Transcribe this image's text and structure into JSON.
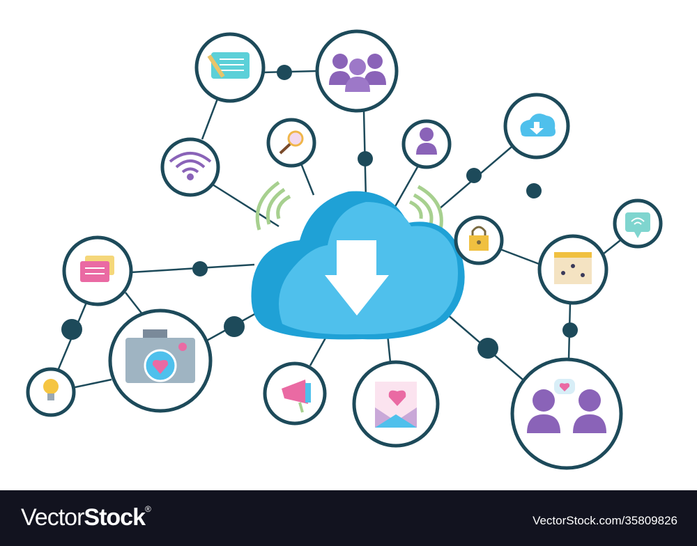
{
  "illustration": {
    "colors": {
      "ring": "#1d4a5a",
      "cloud": "#4fc0ec",
      "cloud_dark": "#1fa1d6",
      "signal": "#a7d08f",
      "purple": "#8a63b8",
      "pink": "#ea6aa3",
      "background": "#ffffff"
    },
    "central_icon": "cloud-download-icon",
    "nodes": [
      "notes-icon",
      "group-icon",
      "wifi-icon",
      "search-icon",
      "user-icon",
      "cloud-download-icon",
      "lock-icon",
      "wifi-bubble-icon",
      "browser-icon",
      "chat-icon",
      "camera-icon",
      "bulb-icon",
      "megaphone-icon",
      "mail-heart-icon",
      "people-chat-icon"
    ]
  },
  "footer": {
    "logo_light": "Vector",
    "logo_bold": "Stock",
    "logo_mark": "®",
    "reference": "VectorStock.com/35809826"
  }
}
